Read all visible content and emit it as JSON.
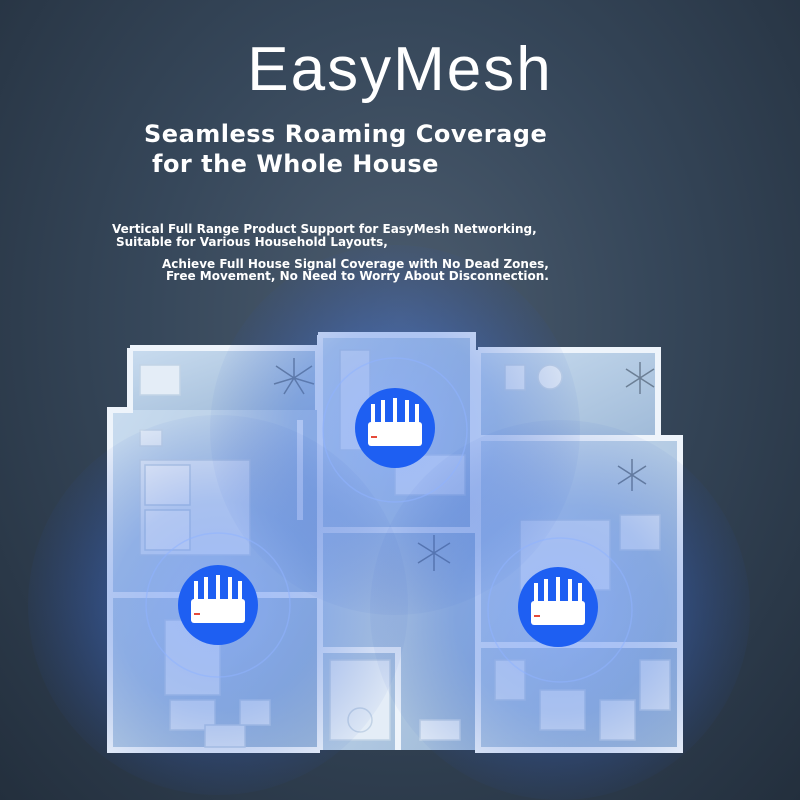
{
  "headline": "EasyMesh",
  "subtitle": {
    "line1": "Seamless Roaming Coverage",
    "line2": "for the Whole House"
  },
  "description": {
    "line1": "Vertical Full Range Product Support for EasyMesh Networking,",
    "line2": "Suitable for Various Household Layouts,",
    "line3": "Achieve Full House Signal Coverage with No Dead Zones,",
    "line4": "Free Movement, No Need to Worry About Disconnection."
  },
  "colors": {
    "background": "#36475a",
    "signal": "#3b6fe0",
    "router_badge": "#1e5ff2",
    "router_body": "#ffffff",
    "floor": "#b6cde4",
    "walls": "#e6eef7"
  },
  "icons": [
    "mesh-router-icon",
    "signal-coverage-icon",
    "floor-plan-illustration"
  ]
}
